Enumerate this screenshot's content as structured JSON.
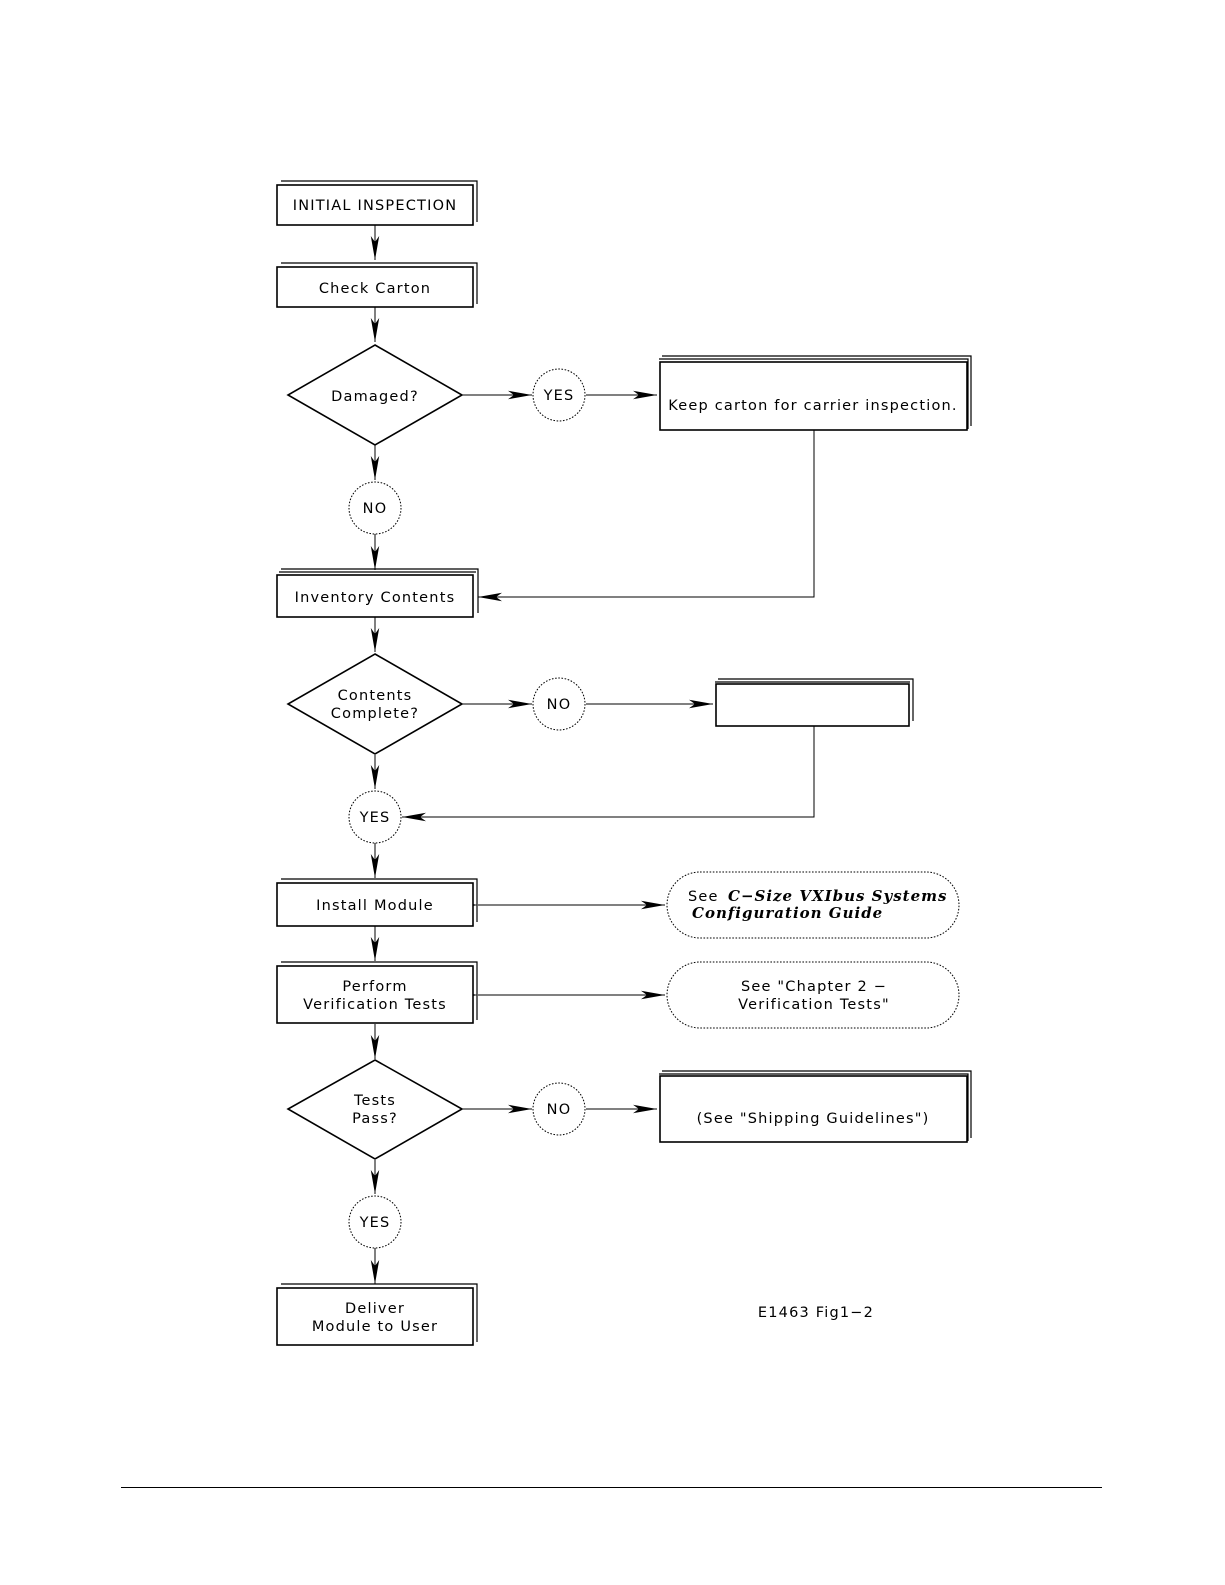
{
  "flowchart": {
    "initial_inspection": "INITIAL INSPECTION",
    "check_carton": "Check Carton",
    "damaged": "Damaged?",
    "damaged_yes": "YES",
    "damaged_no": "NO",
    "keep_carton": "Keep carton for carrier inspection.",
    "inventory_contents": "Inventory Contents",
    "contents_complete_1": "Contents",
    "contents_complete_2": "Complete?",
    "contents_no": "NO",
    "contents_yes": "YES",
    "install_module": "Install Module",
    "install_note_see": "See",
    "install_note_title_1": "C−Size VXIbus Systems",
    "install_note_title_2": "Configuration Guide",
    "perform_1": "Perform",
    "perform_2": "Verification Tests",
    "verification_note_1": "See \"Chapter 2 −",
    "verification_note_2": "Verification Tests\"",
    "tests_pass_1": "Tests",
    "tests_pass_2": "Pass?",
    "tests_no": "NO",
    "shipping": "(See \"Shipping Guidelines\")",
    "tests_yes": "YES",
    "deliver_1": "Deliver",
    "deliver_2": "Module to User"
  },
  "figure_id": "E1463 Fig1−2"
}
